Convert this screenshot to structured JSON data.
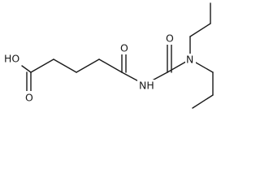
{
  "molecule": {
    "atom_labels": {
      "hydroxyl": "HO",
      "acid_carbonyl_oxygen": "O",
      "amide_carbonyl_oxygen": "O",
      "amide_nh": "NH",
      "urea_carbonyl_oxygen": "O",
      "amine_n": "N"
    }
  },
  "colors": {
    "bond": "#1a1a1a",
    "label": "#1a1a1a",
    "background": "#ffffff"
  }
}
